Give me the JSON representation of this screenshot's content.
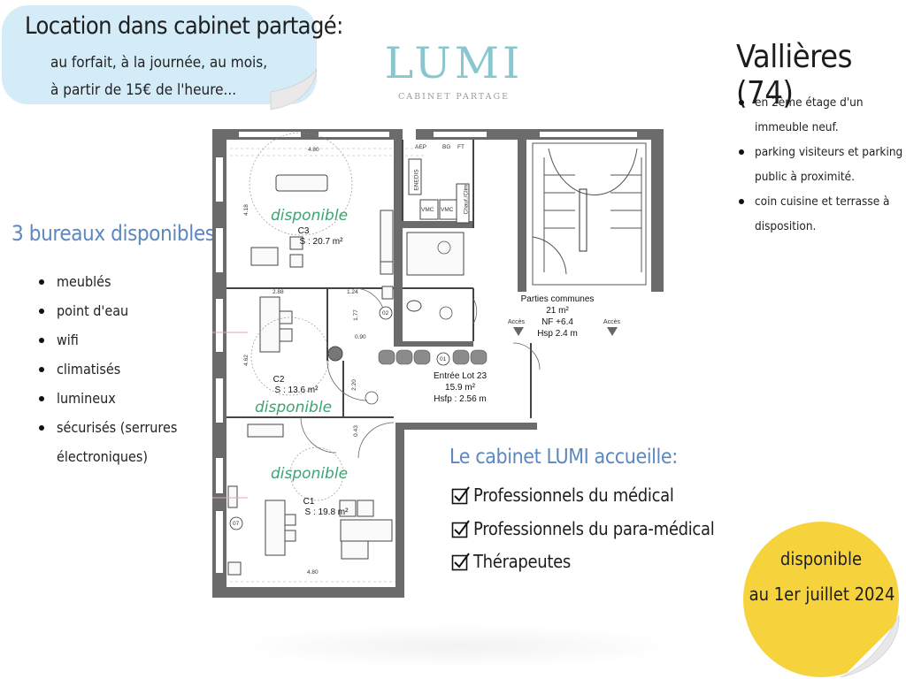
{
  "header": {
    "callout_title": "Location dans cabinet partagé:",
    "callout_line1": "au forfait, à la journée, au mois,",
    "callout_line2": "à partir de 15€ de l'heure..."
  },
  "brand": {
    "name": "LUMI",
    "tagline": "CABINET PARTAGE",
    "color": "#88c7cf"
  },
  "location": {
    "title": "Vallières (74)",
    "items": [
      "en 2ème étage d'un immeuble neuf.",
      "parking visiteurs et parking public à proximité.",
      "coin cuisine et terrasse à disposition."
    ]
  },
  "offices": {
    "title": "3 bureaux disponibles:",
    "items": [
      "meublés",
      "point d'eau",
      "wifi",
      "climatisés",
      " lumineux",
      "sécurisés (serrures électroniques)"
    ]
  },
  "welcome": {
    "title": "Le cabinet LUMI accueille:",
    "items": [
      "Professionnels du médical",
      "Professionnels du para-médical",
      "Thérapeutes"
    ],
    "checkbox_icon": "checked-box-icon"
  },
  "availability": {
    "line1": "disponible",
    "line2": "au 1er juillet 2024",
    "color": "#f6d23c"
  },
  "floorplan": {
    "available_label": "disponible",
    "accent_color": "#3aa572",
    "rooms": [
      {
        "name": "C3",
        "area": "S : 20.7 m²"
      },
      {
        "name": "C2",
        "area": "S : 13.6 m²"
      },
      {
        "name": "C1",
        "area": "S : 19.8 m²"
      }
    ],
    "common": {
      "name": "Parties communes",
      "area": "21 m²",
      "level": "NF +6.4",
      "height": "Hsp 2.4 m"
    },
    "entry": {
      "name": "Entrée Lot 23",
      "area": "15.9 m²",
      "height": "Hsfp : 2.56 m"
    },
    "access_label": "Accès",
    "tech_labels": [
      "AEP",
      "BG",
      "FT",
      "ENEDIS",
      "VMC",
      "VMC",
      "Chauf./Clim"
    ],
    "tags": [
      "02",
      "01",
      "07"
    ],
    "dims": [
      "4.80",
      "4.18",
      "4.62",
      "2.88",
      "1.24",
      "1.77",
      "0.90",
      "2.20",
      "0.43",
      "4.80"
    ]
  }
}
